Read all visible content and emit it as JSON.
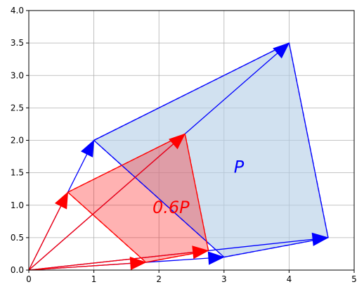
{
  "chart_data": {
    "type": "vector-plot",
    "xlim": [
      0,
      5
    ],
    "ylim": [
      0,
      4
    ],
    "xticks": [
      0,
      1,
      2,
      3,
      4,
      5
    ],
    "xtick_labels": [
      "0",
      "1",
      "2",
      "3",
      "4",
      "5"
    ],
    "yticks": [
      0,
      0.5,
      1,
      1.5,
      2,
      2.5,
      3,
      3.5,
      4
    ],
    "ytick_labels": [
      "0.0",
      "0.5",
      "1.0",
      "1.5",
      "2.0",
      "2.5",
      "3.0",
      "3.5",
      "4.0"
    ],
    "grid": true,
    "series": [
      {
        "color": "#0000ff",
        "fill": "#b4cfe6",
        "fill_opacity": 0.62,
        "edge_color": "#6b6bf5",
        "points": [
          [
            1,
            2
          ],
          [
            4,
            3.5
          ],
          [
            4.6,
            0.5
          ],
          [
            3,
            0.2
          ]
        ],
        "label": "P"
      },
      {
        "color": "#ff0000",
        "fill": "#ff0000",
        "fill_opacity": 0.3,
        "edge_color": "#ff4d4d",
        "points": [
          [
            0.6,
            1.2
          ],
          [
            2.4,
            2.1
          ],
          [
            2.76,
            0.3
          ],
          [
            1.8,
            0.12
          ]
        ],
        "label": "0.6P"
      }
    ],
    "annotations": [
      {
        "text": "P",
        "x": 3.15,
        "y": 1.5,
        "color": "#0000ff"
      },
      {
        "text": "0.6P",
        "x": 1.9,
        "y": 0.88,
        "color": "#ff0000"
      }
    ]
  }
}
